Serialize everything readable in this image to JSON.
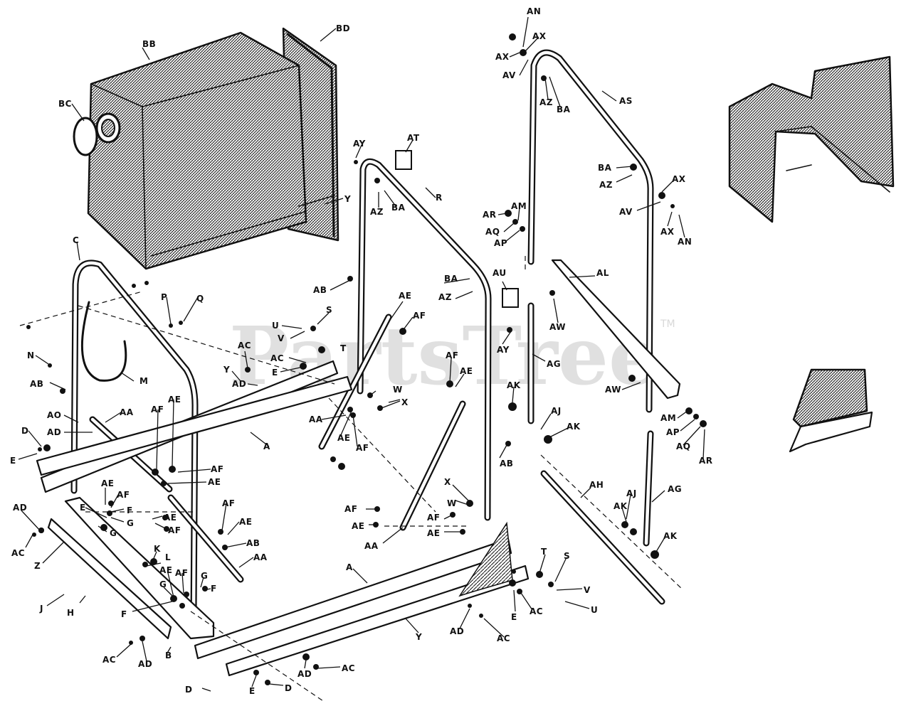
{
  "watermark": {
    "text": "PartsTree",
    "tm": "TM"
  },
  "callouts": {
    "an_top": "AN",
    "ax_top1": "AX",
    "ax_top2": "AX",
    "av_top": "AV",
    "az_top": "AZ",
    "ba_top": "BA",
    "as": "AS",
    "bb": "BB",
    "bd": "BD",
    "bc": "BC",
    "y_bag": "Y",
    "ay_top": "AY",
    "at": "AT",
    "az_r": "AZ",
    "ba_r": "BA",
    "r": "R",
    "ba_mid": "BA",
    "az_mid": "AZ",
    "ax_mid": "AX",
    "av_mid": "AV",
    "ax_mid2": "AX",
    "an_mid": "AN",
    "ar_top": "AR",
    "am_top": "AM",
    "aq_top": "AQ",
    "ap_top": "AP",
    "c": "C",
    "p": "P",
    "q": "Q",
    "n": "N",
    "m": "M",
    "ab_left": "AB",
    "ab_mid": "AB",
    "s_top": "S",
    "u_top": "U",
    "v_top": "V",
    "t_top": "T",
    "ac_top": "AC",
    "ac_top2": "AC",
    "e_top": "E",
    "y_mid": "Y",
    "ad_mid": "AD",
    "ae_r1": "AE",
    "af_r1": "AF",
    "ba_l2": "BA",
    "az_l2": "AZ",
    "au": "AU",
    "ay_mid": "AY",
    "al": "AL",
    "aw_top": "AW",
    "ag_top": "AG",
    "aw_bot": "AW",
    "w_top": "W",
    "x_top": "X",
    "af_c1": "AF",
    "ae_c1": "AE",
    "ak_c": "AK",
    "aj_c": "AJ",
    "ak_c2": "AK",
    "am_r": "AM",
    "ap_r": "AP",
    "aq_r": "AQ",
    "ar_r": "AR",
    "ao": "AO",
    "ad_left": "AD",
    "d_left": "D",
    "e_left": "E",
    "aa_left": "AA",
    "a_left": "A",
    "ae_l1": "AE",
    "af_l1": "AF",
    "af_l2": "AF",
    "ae_l2": "AE",
    "aa_mid": "AA",
    "ae_m": "AE",
    "af_m": "AF",
    "ab_r": "AB",
    "ae_g1": "AE",
    "af_g1": "AF",
    "f_g1": "F",
    "e_g2": "E",
    "g_g1": "G",
    "g_g2": "G",
    "ae_g3": "AE",
    "af_g3": "AF",
    "ad_bl": "AD",
    "ac_bl": "AC",
    "z": "Z",
    "af_b1": "AF",
    "ae_b1": "AE",
    "ab_b": "AB",
    "aa_b": "AA",
    "k": "K",
    "l": "L",
    "ae_b2": "AE",
    "af_b2": "AF",
    "g_b1": "G",
    "g_b2": "G",
    "f_b1": "F",
    "f_b2": "F",
    "j": "J",
    "h": "H",
    "x_bot": "X",
    "w_bot": "W",
    "af_bm": "AF",
    "ae_bm": "AE",
    "af_bm2": "AF",
    "ae_bm2": "AE",
    "aa_bm": "AA",
    "ah": "AH",
    "aj_br": "AJ",
    "ak_br": "AK",
    "ag_br": "AG",
    "ak_br2": "AK",
    "a_bot": "A",
    "t_bot": "T",
    "s_bot": "S",
    "v_bot": "V",
    "u_bot": "U",
    "e_bot1": "E",
    "ac_bot1": "AC",
    "ad_bot1": "AD",
    "ac_bot2": "AC",
    "y_bot": "Y",
    "ac_bot3": "AC",
    "ad_bot2": "AD",
    "b_bot": "B",
    "ad_bot3": "AD",
    "ac_bot4": "AC",
    "d_bot": "D",
    "e_bot2": "E",
    "d_bot2": "D"
  }
}
